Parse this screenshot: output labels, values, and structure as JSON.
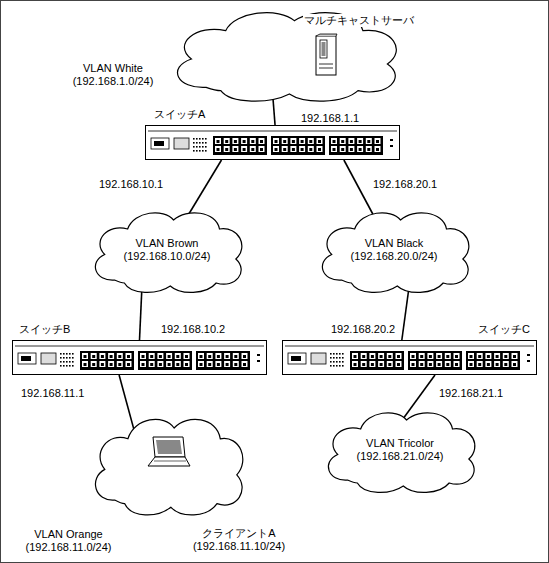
{
  "diagram": {
    "nodes": [
      {
        "text": [
          "VLAN White (192.168.1.0/24)"
        ]
      },
      {
        "text": [
          "マルチキャストサーバ"
        ],
        "in": 0
      },
      {
        "text": [
          "スイッチA"
        ]
      },
      {
        "text": [
          "VLAN Brown (192.168.10.0/24)"
        ]
      },
      {
        "text": [
          "VLAN Black (192.168.20.0/24)"
        ]
      },
      {
        "text": [
          "スイッチB"
        ]
      },
      {
        "text": [
          "スイッチC"
        ]
      },
      {
        "text": [
          "VLAN Orange (192.168.11.0/24)"
        ]
      },
      {
        "text": [
          "クライアントA (192.168.11.10/24)"
        ],
        "in": 7
      },
      {
        "text": [
          "VLAN Tricolor (192.168.21.0/24)"
        ]
      }
    ],
    "edges": [
      {
        "from": 0,
        "to": 2,
        "arrow": "none"
      },
      {
        "from": 2,
        "to": 3,
        "arrow": "none"
      },
      {
        "from": 2,
        "to": 4,
        "arrow": "none"
      },
      {
        "from": 3,
        "to": 5,
        "arrow": "none"
      },
      {
        "from": 4,
        "to": 6,
        "arrow": "none"
      },
      {
        "from": 5,
        "to": 7,
        "arrow": "none"
      },
      {
        "from": 6,
        "to": 9,
        "arrow": "none"
      }
    ],
    "labels": [
      "192.168.1.1",
      "192.168.10.1",
      "192.168.20.1",
      "192.168.10.2",
      "192.168.20.2",
      "192.168.11.1",
      "192.168.21.1"
    ]
  }
}
